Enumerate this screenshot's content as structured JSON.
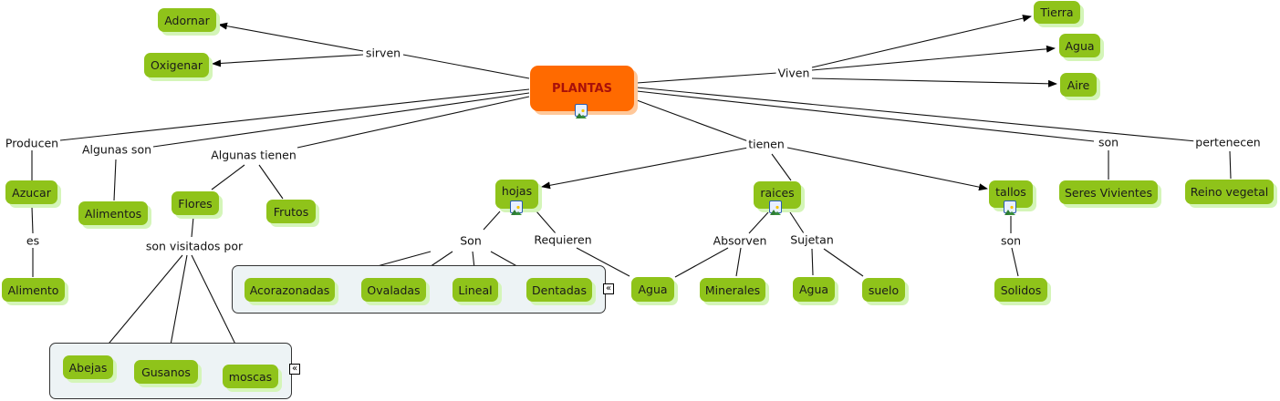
{
  "map_title": "PLANTAS",
  "colors": {
    "concept_fill": "#8fc31a",
    "concept_shadow": "#d4f5b8",
    "root_fill": "#ff6a00",
    "root_text": "#a8100a",
    "group_fill": "#edf3f5"
  },
  "root": {
    "label": "PLANTAS",
    "icon": "image-resource-icon"
  },
  "concepts": {
    "adornar": "Adornar",
    "oxigenar": "Oxigenar",
    "tierra": "Tierra",
    "agua_top": "Agua",
    "aire": "Aire",
    "azucar": "Azucar",
    "alimento": "Alimento",
    "alimentos": "Alimentos",
    "flores": "Flores",
    "frutos": "Frutos",
    "hojas": "hojas",
    "raices": "raices",
    "tallos": "tallos",
    "seres_vivientes": "Seres Vivientes",
    "reino_vegetal": "Reino vegetal",
    "acorazonadas": "Acorazonadas",
    "ovaladas": "Ovaladas",
    "lineal": "Lineal",
    "dentadas": "Dentadas",
    "agua_hojas": "Agua",
    "minerales": "Minerales",
    "agua_raices": "Agua",
    "suelo": "suelo",
    "solidos": "Solidos",
    "abejas": "Abejas",
    "gusanos": "Gusanos",
    "moscas": "moscas"
  },
  "linking_phrases": {
    "sirven": "sirven",
    "viven": "Viven",
    "producen": "Producen",
    "algunas_son": "Algunas son",
    "algunas_tienen": "Algunas tienen",
    "tienen": "tienen",
    "son_seres": "son",
    "pertenecen": "pertenecen",
    "es": "es",
    "son_visitados": "son visitados por",
    "son_hojas": "Son",
    "requieren": "Requieren",
    "absorven": "Absorven",
    "sujetan": "Sujetan",
    "son_tallos": "son"
  },
  "collapse_glyph": "«"
}
